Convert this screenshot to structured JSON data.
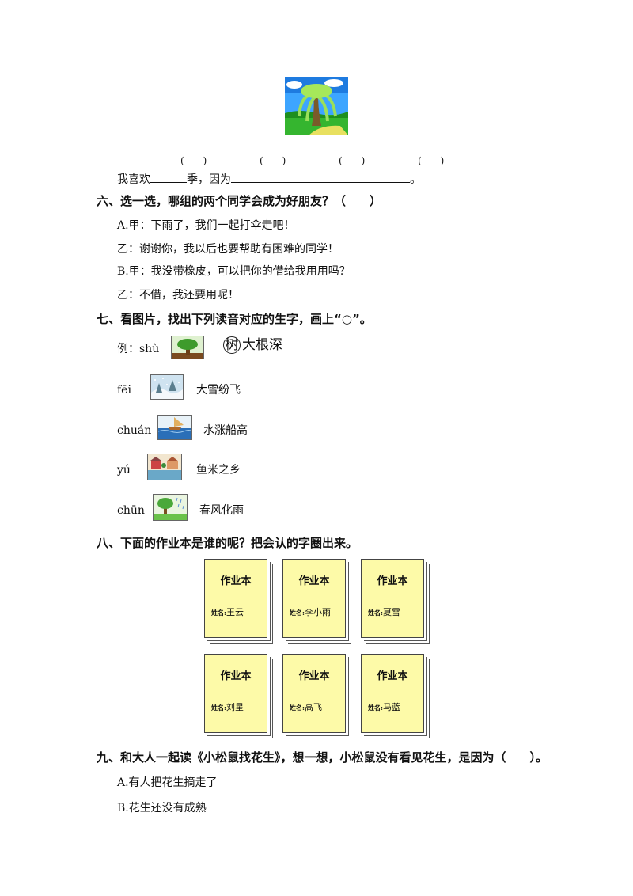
{
  "paren_row": [
    "(　　)",
    "(　　)",
    "(　　)",
    "(　　)"
  ],
  "like_line": {
    "prefix": "我喜欢",
    "mid": "季，因为",
    "end": "。"
  },
  "q6": {
    "title": "六、选一选，哪组的两个同学会成为好朋友？（　　）",
    "lines": [
      "A.甲：下雨了，我们一起打伞走吧！",
      "乙：谢谢你，我以后也要帮助有困难的同学！",
      "B.甲：我没带橡皮，可以把你的借给我用用吗？",
      "乙：不借，我还要用呢！"
    ]
  },
  "q7": {
    "title": "七、看图片，找出下列读音对应的生字，画上“○”。",
    "example": {
      "label": "例：shù",
      "circled": "树",
      "rest": "大根深"
    },
    "items": [
      {
        "pinyin": "fēi",
        "words": "大雪纷飞"
      },
      {
        "pinyin": "chuán",
        "words": "水涨船高"
      },
      {
        "pinyin": "yú",
        "words": "鱼米之乡"
      },
      {
        "pinyin": "chūn",
        "words": "春风化雨"
      }
    ]
  },
  "q8": {
    "title": "八、下面的作业本是谁的呢？把会认的字圈出来。",
    "notebook_title": "作业本",
    "name_label": "姓名:",
    "names": [
      "王云",
      "李小雨",
      "夏雪",
      "刘星",
      "高飞",
      "马蓝"
    ]
  },
  "q9": {
    "title": "九、和大人一起读《小松鼠找花生》，想一想，小松鼠没有看见花生，是因为（　　）。",
    "options": [
      "A.有人把花生摘走了",
      "B.花生还没有成熟"
    ]
  }
}
